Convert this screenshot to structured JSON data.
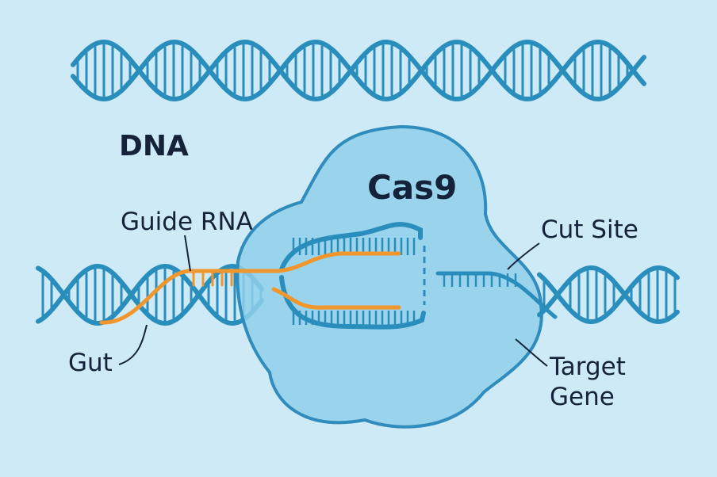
{
  "labels": {
    "dna": "DNA",
    "cas9": "Cas9",
    "guide_rna": "Guide RNA",
    "cut_site": "Cut Site",
    "gut": "Gut",
    "target_line1": "Target",
    "target_line2": "Gene"
  },
  "colors": {
    "background": "#cdeaf6",
    "dna_strand": "#2a8ebd",
    "dna_rung": "#2a8ebd",
    "cas9_fill": "#8fd0ea",
    "cas9_outline": "#2f8cbc",
    "guide_rna": "#f0962d",
    "text": "#15233a"
  }
}
